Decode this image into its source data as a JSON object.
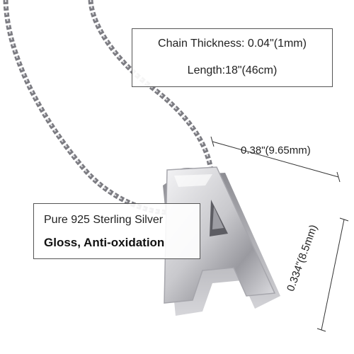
{
  "chain_spec": {
    "thickness": "Chain Thickness: 0.04\"(1mm)",
    "length": "Length:18\"(46cm)"
  },
  "material_spec": {
    "material": "Pure 925 Sterling Silver",
    "finish": "Gloss, Anti-oxidation"
  },
  "dimensions": {
    "width": "0.38\"(9.65mm)",
    "height": "0.334\"(8.5mm)"
  },
  "pendant": {
    "letter_color": "#c8c8cc"
  }
}
